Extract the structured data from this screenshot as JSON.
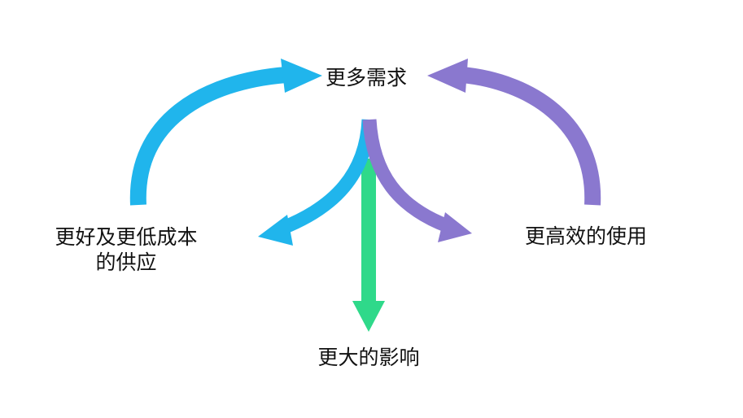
{
  "nodes": {
    "top": "更多需求",
    "left_line1": "更好及更低成本",
    "left_line2": "的供应",
    "right": "更高效的使用",
    "bottom": "更大的影响"
  },
  "colors": {
    "blue": "#20b5ec",
    "purple": "#8a78cf",
    "green": "#2fd98a",
    "text": "#111111"
  }
}
